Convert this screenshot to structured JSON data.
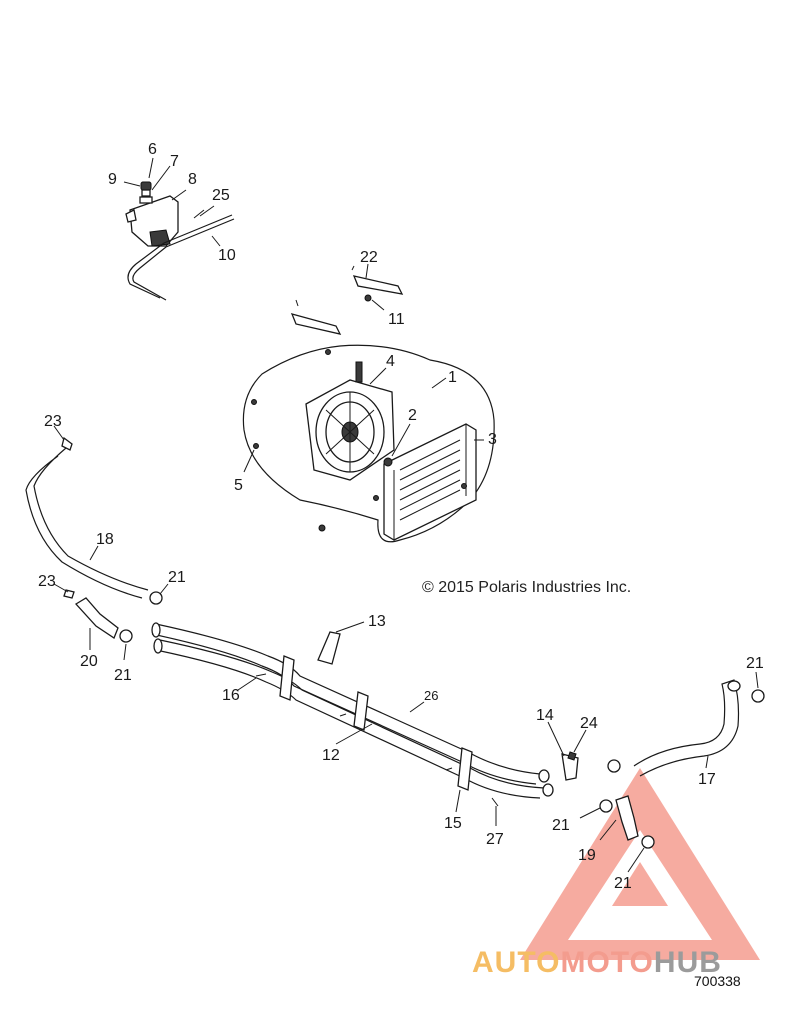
{
  "copyright": "© 2015 Polaris Industries Inc.",
  "figure_number": "700338",
  "watermark": {
    "part1": "AUTO",
    "part2": "MOTO",
    "part3": "HUB",
    "colors": {
      "auto": "#f4b24a",
      "moto": "#f28b7b",
      "hub": "#8a8a8a",
      "triangle": "#f28b7b"
    }
  },
  "callouts": {
    "c1": "1",
    "c2": "2",
    "c3": "3",
    "c4": "4",
    "c5": "5",
    "c6": "6",
    "c7": "7",
    "c8": "8",
    "c9": "9",
    "c10": "10",
    "c11": "11",
    "c12": "12",
    "c13": "13",
    "c14": "14",
    "c15": "15",
    "c16": "16",
    "c17": "17",
    "c18": "18",
    "c19": "19",
    "c20": "20",
    "c21a": "21",
    "c21b": "21",
    "c21c": "21",
    "c21d": "21",
    "c21e": "21",
    "c22": "22",
    "c23a": "23",
    "c23b": "23",
    "c24": "24",
    "c25": "25",
    "c26": "26",
    "c27": "27"
  }
}
